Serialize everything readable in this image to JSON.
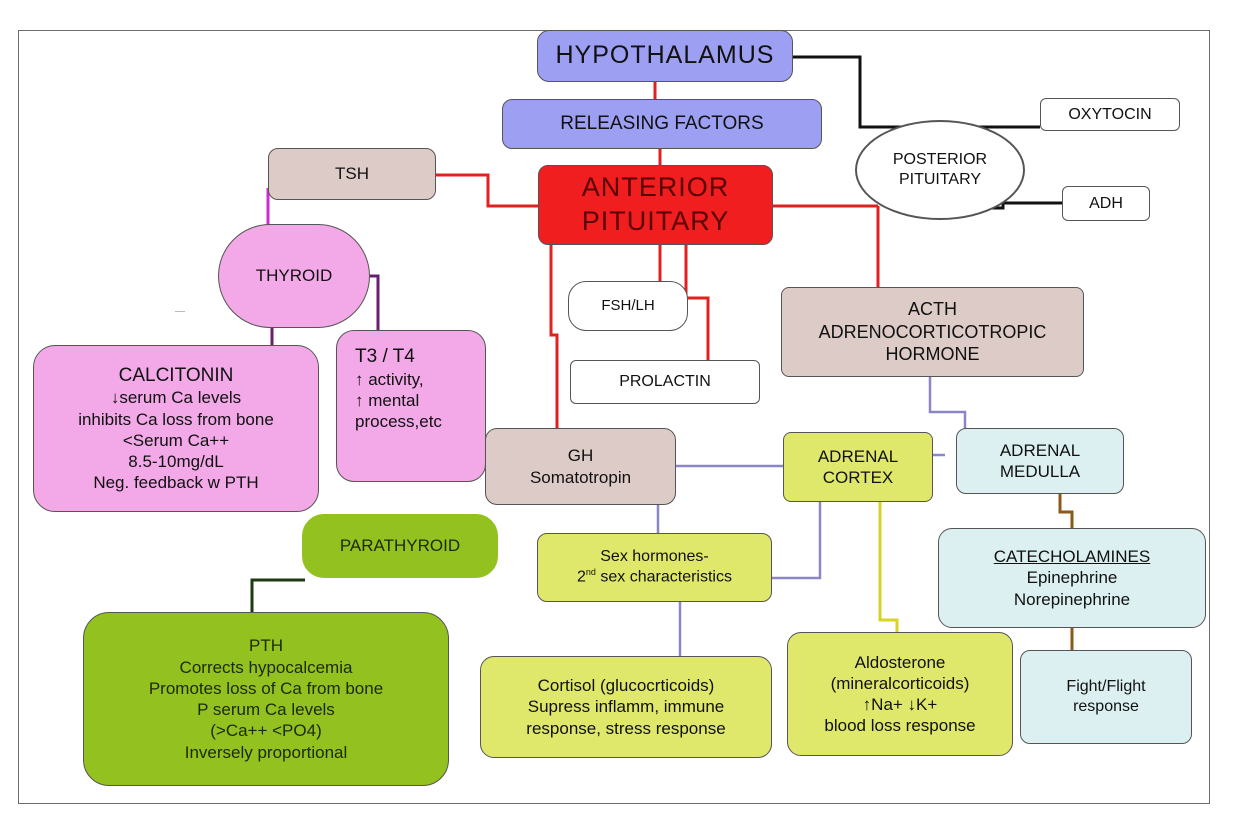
{
  "colors": {
    "hypothalamus": "#9d9ff3",
    "anterior_pituitary": "#f01e1e",
    "hormone_taupe": "#dccbc6",
    "thyroid_pink": "#f3a8e8",
    "parathyroid_green": "#93c11f",
    "adrenal_lime": "#dfe86a",
    "medulla_cyan": "#dcf0f1",
    "link_red": "#e0211f",
    "link_black": "#111111",
    "link_purple": "#8a86c8",
    "link_magenta": "#d12bd0",
    "link_plum": "#6a1f6e",
    "link_darkgreen": "#1f3a12",
    "link_brown": "#8b5a1b",
    "link_yellow": "#d7d423"
  },
  "nodes": {
    "hypothalamus": "HYPOTHALAMUS",
    "releasing_factors": "RELEASING FACTORS",
    "anterior_pituitary": [
      "ANTERIOR",
      "PITUITARY"
    ],
    "posterior_pituitary": [
      "POSTERIOR",
      "PITUITARY"
    ],
    "oxytocin": "OXYTOCIN",
    "adh": "ADH",
    "tsh": "TSH",
    "thyroid": "THYROID",
    "calcitonin": {
      "title": "CALCITONIN",
      "lines": [
        "↓serum Ca levels",
        "inhibits Ca loss from bone",
        "<Serum Ca++",
        "8.5-10mg/dL",
        "Neg. feedback w PTH"
      ]
    },
    "t3t4": {
      "title": "T3 / T4",
      "lines": [
        "↑ activity,",
        "↑ mental",
        "process,etc"
      ]
    },
    "fsh_lh": "FSH/LH",
    "prolactin": "PROLACTIN",
    "acth": [
      "ACTH",
      "ADRENOCORTICOTROPIC",
      "HORMONE"
    ],
    "gh": [
      "GH",
      "Somatotropin"
    ],
    "adrenal_cortex": [
      "ADRENAL",
      "CORTEX"
    ],
    "adrenal_medulla": [
      "ADRENAL",
      "MEDULLA"
    ],
    "parathyroid": "PARATHYROID",
    "sex_hormones": {
      "line1_pre": "Sex hormones-",
      "line2_pre": "2",
      "line2_sup": "nd",
      "line2_post": " sex characteristics"
    },
    "catecholamines": {
      "title": "CATECHOLAMINES",
      "lines": [
        "Epinephrine",
        "Norepinephrine"
      ]
    },
    "pth": [
      "PTH",
      "Corrects hypocalcemia",
      "Promotes loss of Ca from bone",
      "P serum Ca levels",
      "(>Ca++ <PO4)",
      "Inversely proportional"
    ],
    "cortisol": [
      "Cortisol (glucocrticoids)",
      "Supress inflamm, immune",
      "response, stress response"
    ],
    "aldosterone": [
      "Aldosterone",
      "(mineralcorticoids)",
      "↑Na+  ↓K+",
      "blood loss response"
    ],
    "fight_flight": [
      "Fight/Flight",
      "response"
    ]
  }
}
